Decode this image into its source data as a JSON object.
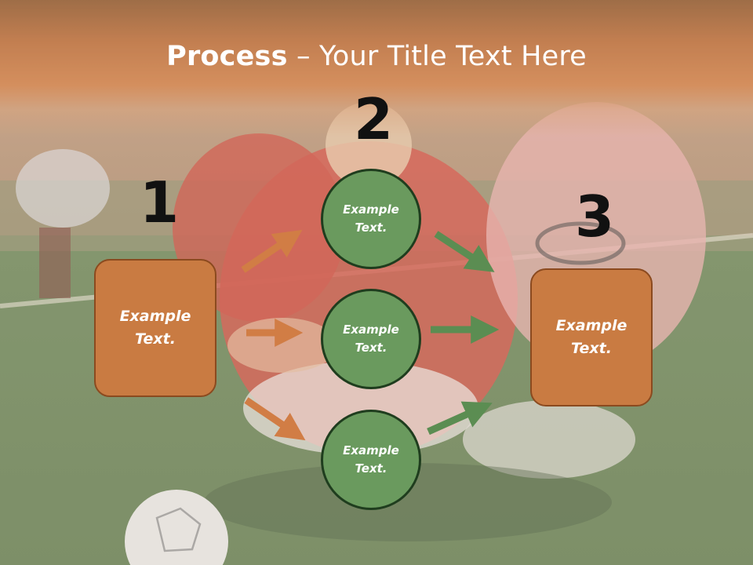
{
  "title": {
    "bold": "Process",
    "rest": " – Your Title Text Here"
  },
  "steps": [
    {
      "number": "1",
      "label_line1": "Example",
      "label_line2": "Text."
    },
    {
      "number": "2"
    },
    {
      "number": "3",
      "label_line1": "Example",
      "label_line2": "Text."
    }
  ],
  "circles": [
    {
      "label_line1": "Example",
      "label_line2": "Text."
    },
    {
      "label_line1": "Example",
      "label_line2": "Text."
    },
    {
      "label_line1": "Example",
      "label_line2": "Text."
    }
  ],
  "colors": {
    "box_fill": "#c97b42",
    "circle_fill": "#6a9a5e",
    "arrow_left": "#d17d45",
    "arrow_right": "#5b8d52",
    "header": "#c06a30"
  }
}
